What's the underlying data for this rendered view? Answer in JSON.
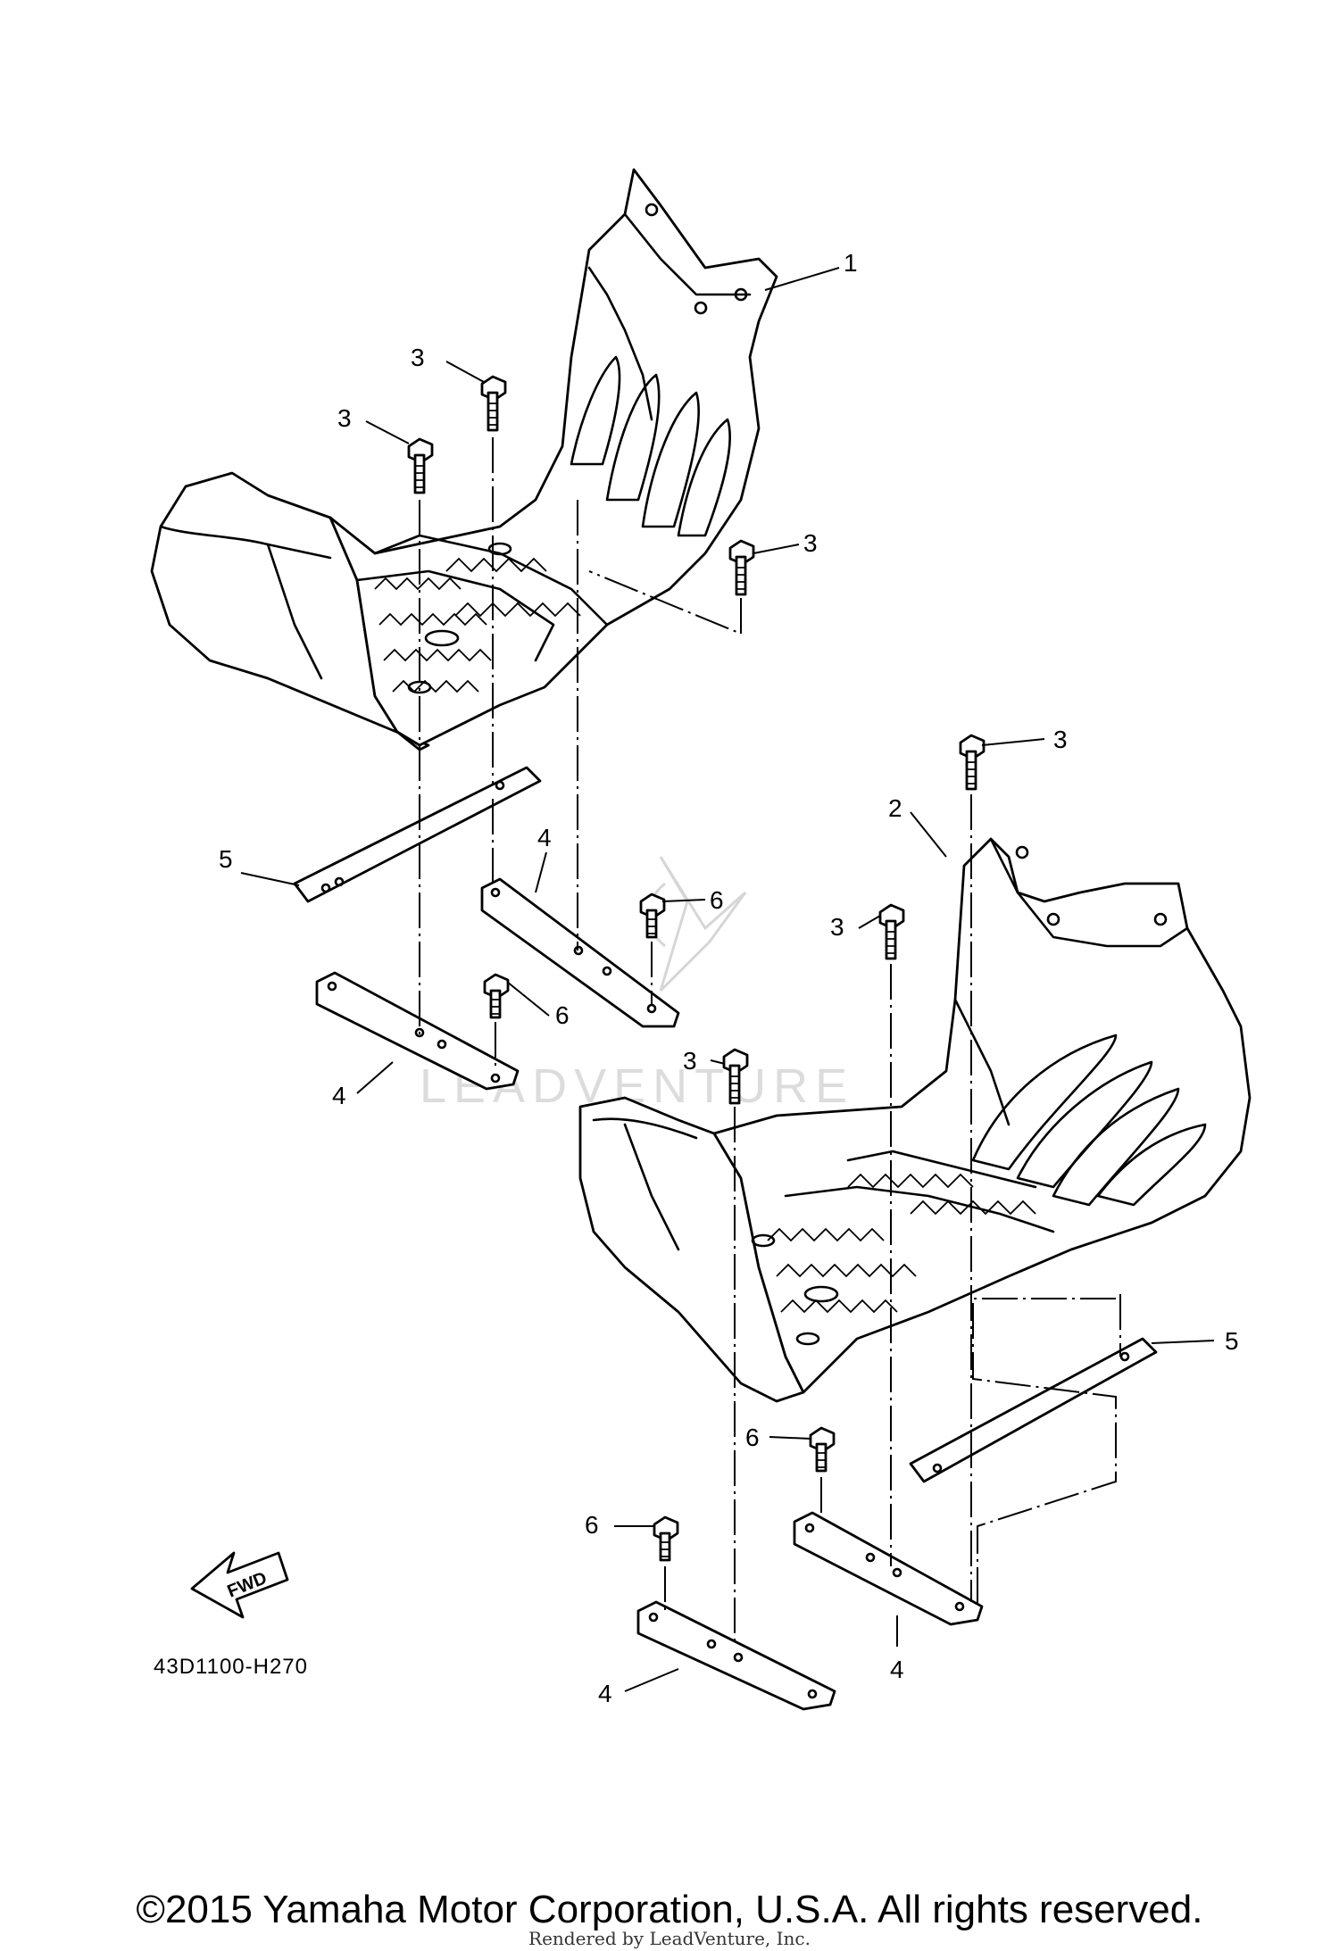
{
  "diagram": {
    "callouts": {
      "c1": "1",
      "c2": "2",
      "c3a": "3",
      "c3b": "3",
      "c3c": "3",
      "c3d": "3",
      "c3e": "3",
      "c3f": "3",
      "c4a": "4",
      "c4b": "4",
      "c4c": "4",
      "c4d": "4",
      "c5a": "5",
      "c5b": "5",
      "c6a": "6",
      "c6b": "6",
      "c6c": "6",
      "c6d": "6"
    },
    "fwd_label": "FWD",
    "diagram_code": "43D1100-H270",
    "watermark_text": "LEADVENTURE"
  },
  "footer": {
    "copyright": "©2015 Yamaha Motor Corporation, U.S.A. All rights reserved.",
    "rendered_by": "Rendered by LeadVenture, Inc."
  }
}
